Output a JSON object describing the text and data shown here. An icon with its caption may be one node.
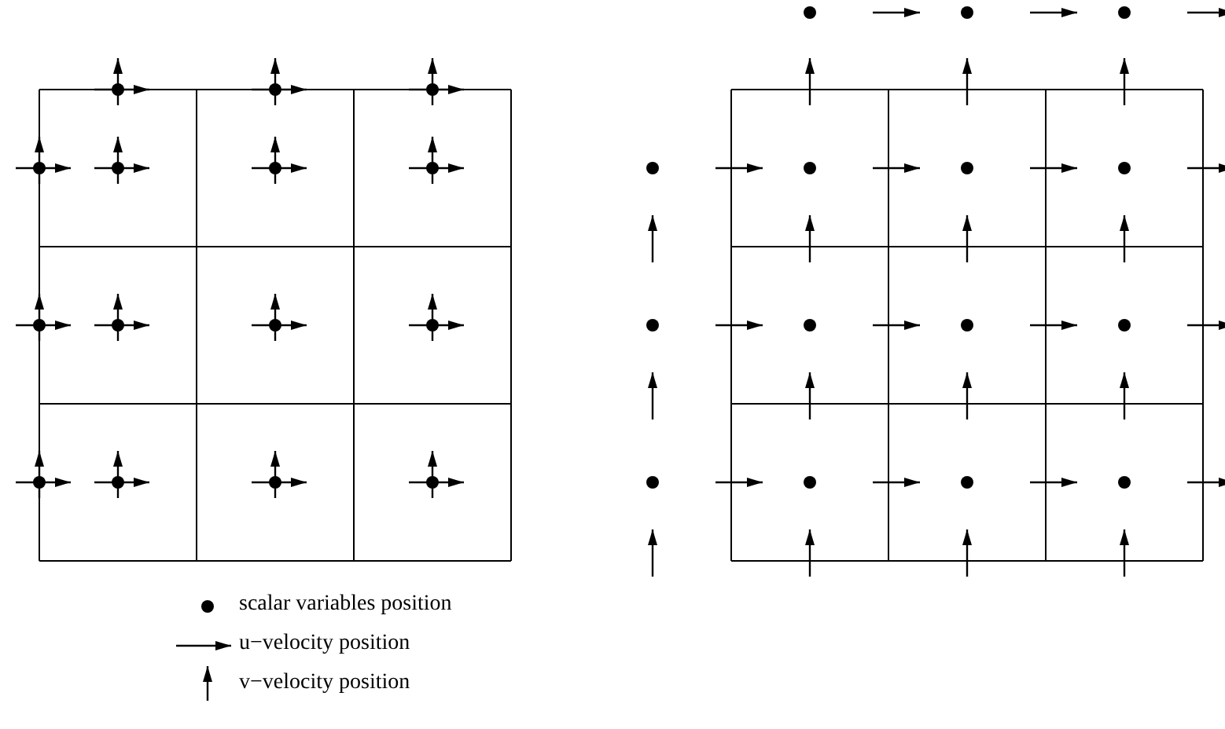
{
  "diagram": {
    "legend": [
      {
        "text": "scalar variables position"
      },
      {
        "text": "u−velocity position"
      },
      {
        "text": "v−velocity position"
      }
    ]
  }
}
